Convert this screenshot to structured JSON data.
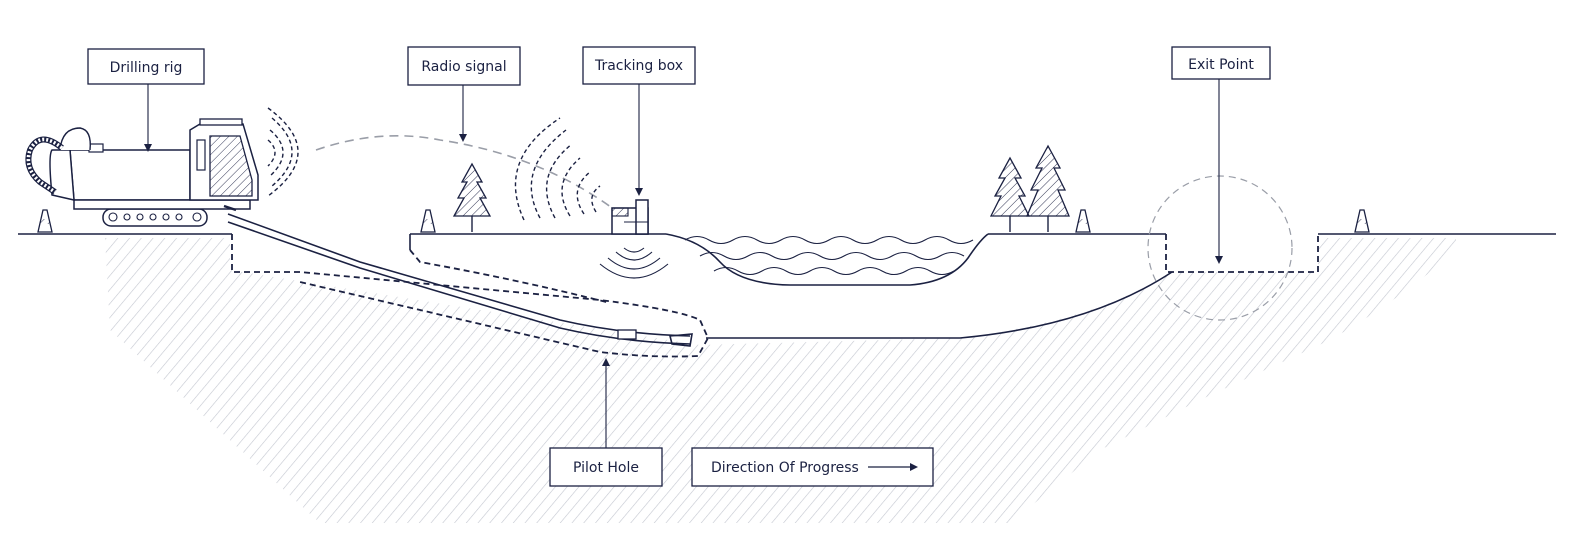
{
  "colors": {
    "ink": "#1b2142",
    "hatch": "#c3c6cf",
    "signal_grey": "#9a9ea8",
    "background": "#ffffff"
  },
  "labels": {
    "drilling_rig": "Drilling rig",
    "radio_signal": "Radio signal",
    "tracking_box": "Tracking box",
    "exit_point": "Exit Point",
    "pilot_hole": "Pilot Hole",
    "direction_of_progress": "Direction Of Progress"
  },
  "icons": [
    "drilling-rig-icon",
    "tracking-box-icon",
    "tree-icon",
    "traffic-cone-icon",
    "water-wave-icon",
    "arrow-right-icon"
  ]
}
